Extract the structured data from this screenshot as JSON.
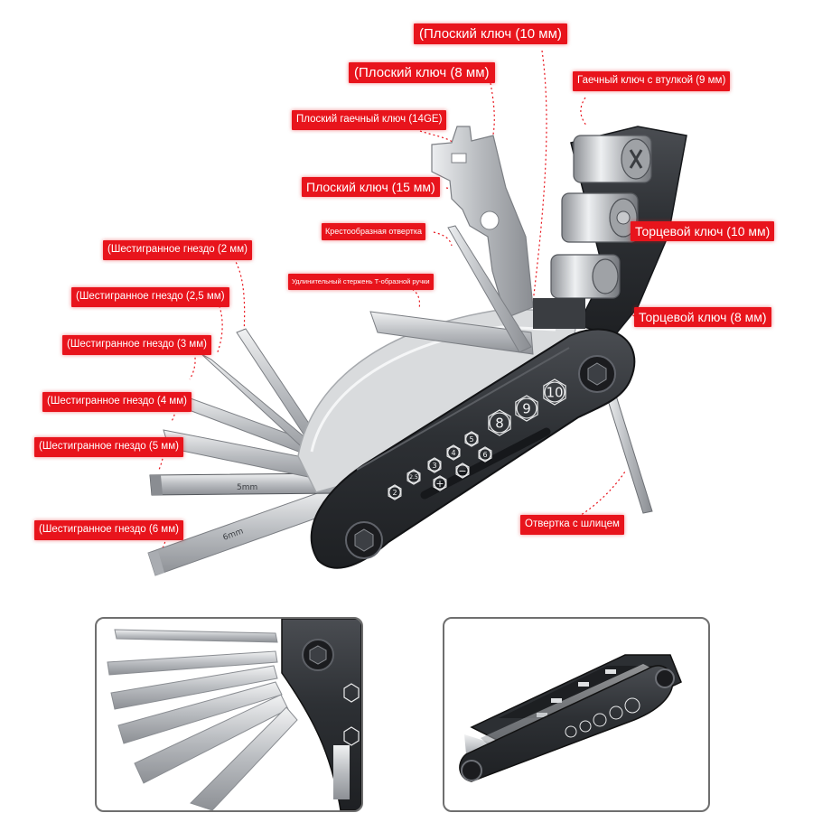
{
  "labels": {
    "flat_10": "(Плоский ключ (10 мм)",
    "flat_8": "(Плоский ключ (8 мм)",
    "socket_9": "Гаечный ключ с втулкой (9 мм)",
    "flat_spanner_14ge": "Плоский гаечный ключ (14GE)",
    "flat_15": "Плоский ключ (15 мм)",
    "phillips": "Крестообразная отвертка",
    "socket_10": "Торцевой ключ (10 мм)",
    "torx": "Удлинительный стержень Т-образной ручки",
    "socket_8": "Торцевой ключ (8 мм)",
    "hex_2": "(Шестигранное гнездо (2 мм)",
    "hex_25": "(Шестигранное гнездо (2,5 мм)",
    "hex_3": "(Шестигранное гнездо (3 мм)",
    "hex_4": "(Шестигранное гнездо (4 мм)",
    "hex_5": "(Шестигранное гнездо (5 мм)",
    "hex_6": "(Шестигранное гнездо (6 мм)",
    "slot": "Отвертка с шлицем"
  },
  "body_marks": {
    "small": [
      "2",
      "2.5",
      "3",
      "4",
      "5",
      "6"
    ],
    "symbols": [
      "+",
      "−"
    ],
    "large": [
      "8",
      "9",
      "10"
    ]
  },
  "key_marks": [
    "5mm",
    "6mm"
  ],
  "colors": {
    "label_bg": "#e8141c",
    "label_text": "#ffffff",
    "body": "#2b2d30",
    "steel": "#c9cbce",
    "leader": "#e8141c"
  },
  "icons": [
    "hex-bolt-icon"
  ]
}
